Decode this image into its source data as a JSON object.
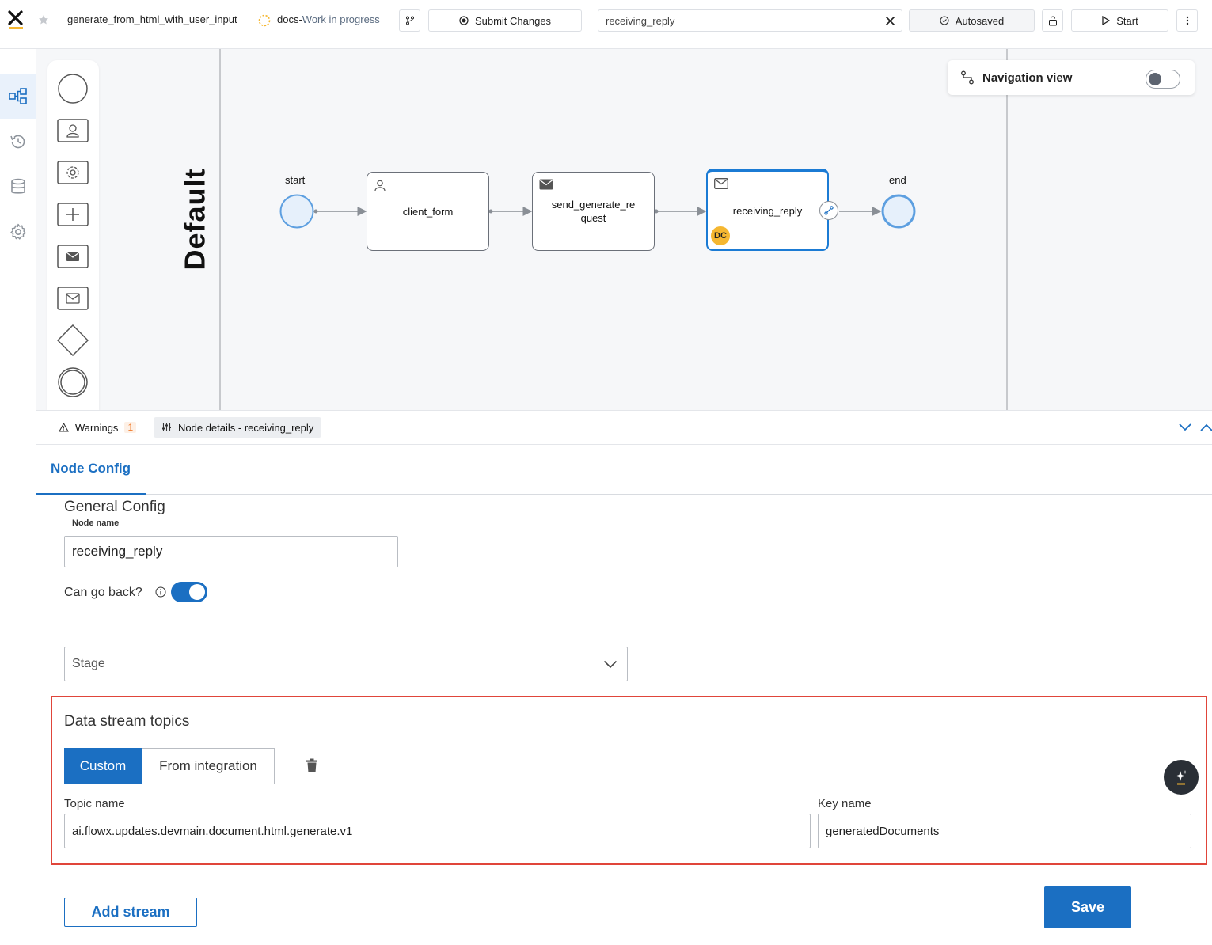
{
  "topbar": {
    "process_name": "generate_from_html_with_user_input",
    "branch_name": "docs-",
    "branch_status": "Work in progress",
    "submit_label": "Submit Changes",
    "search_value": "receiving_reply",
    "autosave_label": "Autosaved",
    "start_label": "Start"
  },
  "canvas": {
    "lane_name": "Default",
    "nav_view_label": "Navigation view",
    "events": {
      "start": "start",
      "end": "end"
    },
    "nodes": {
      "client_form": "client_form",
      "send_generate_request_line1": "send_generate_re",
      "send_generate_request_line2": "quest",
      "receiving_reply": "receiving_reply",
      "dc_badge": "DC"
    }
  },
  "panel": {
    "warnings_label": "Warnings",
    "warnings_count": "1",
    "node_details_label": "Node details - receiving_reply",
    "node_config_tab": "Node Config",
    "general_config_title": "General Config",
    "node_name_label": "Node name",
    "node_name_value": "receiving_reply",
    "can_go_back_label": "Can go back?",
    "stage_placeholder": "Stage",
    "data_stream_title": "Data stream topics",
    "segment_custom": "Custom",
    "segment_integration": "From integration",
    "topic_name_label": "Topic name",
    "topic_name_value": "ai.flowx.updates.devmain.document.html.generate.v1",
    "key_name_label": "Key name",
    "key_name_value": "generatedDocuments",
    "add_stream_label": "Add stream",
    "save_label": "Save"
  },
  "colors": {
    "accent": "#1b6fc2",
    "highlight": "#e0453a",
    "badge": "#f5b731",
    "warning": "#f07c2d"
  }
}
